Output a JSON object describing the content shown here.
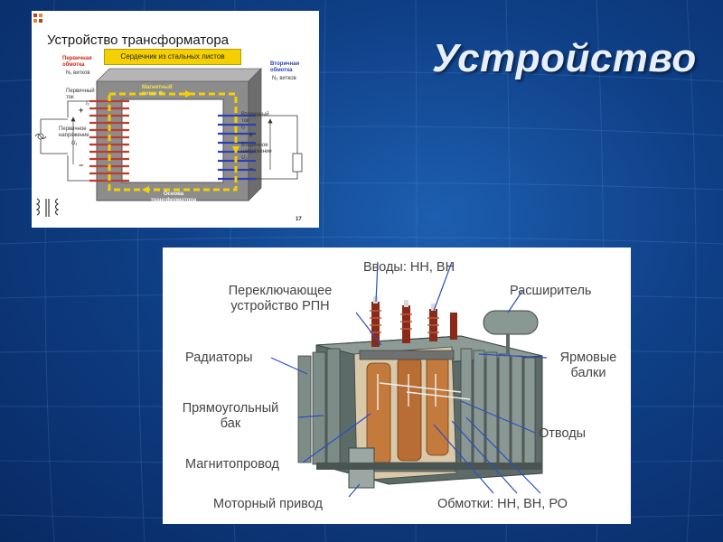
{
  "slide": {
    "title": "Устройство"
  },
  "panel_principle": {
    "title": "Устройство трансформатора",
    "core_label": "Сердечник из стальных листов",
    "primary_winding": [
      "Первичная",
      "обмотка"
    ],
    "primary_turns": "N₁ витков",
    "secondary_winding": [
      "Вторичная",
      "обмотка"
    ],
    "secondary_turns": "N₂ витков",
    "magnetic_flux": [
      "Магнитный",
      "поток Φ"
    ],
    "primary_current": [
      "Первичный",
      "ток"
    ],
    "primary_current_symbol": "I₁",
    "primary_voltage": [
      "Первичное",
      "напряжение"
    ],
    "primary_voltage_symbol": "U₁",
    "secondary_current": [
      "Вторичный",
      "ток"
    ],
    "secondary_current_symbol": "I₂",
    "secondary_voltage": [
      "Вторичное",
      "напряжение"
    ],
    "secondary_voltage_symbol": "U₂",
    "base_label": [
      "Основа",
      "трансформатора"
    ],
    "plus_sign": "+",
    "minus_sign": "−",
    "slide_number": "17",
    "colors": {
      "core": "#8c8c8c",
      "primary_coil": "#c0392b",
      "secondary_coil": "#2c3fb8",
      "flux": "#f5d000"
    }
  },
  "panel_diagram": {
    "labels": {
      "inputs": "Вводы: НН, ВН",
      "tap_changer": [
        "Переключающее",
        "устройство РПН"
      ],
      "expander": "Расширитель",
      "radiators": "Радиаторы",
      "yoke_beams": [
        "Ярмовые",
        "балки"
      ],
      "tank": [
        "Прямоугольный",
        "бак"
      ],
      "leads": "Отводы",
      "magnetic_core": "Магнитопровод",
      "motor_drive": "Моторный привод",
      "windings": "Обмотки: НН, ВН, РО"
    },
    "colors": {
      "leader_line": "#2b4fbf",
      "tank": "#6f7f7a",
      "copper": "#b8703a",
      "bushing": "#8a2a1a"
    }
  }
}
